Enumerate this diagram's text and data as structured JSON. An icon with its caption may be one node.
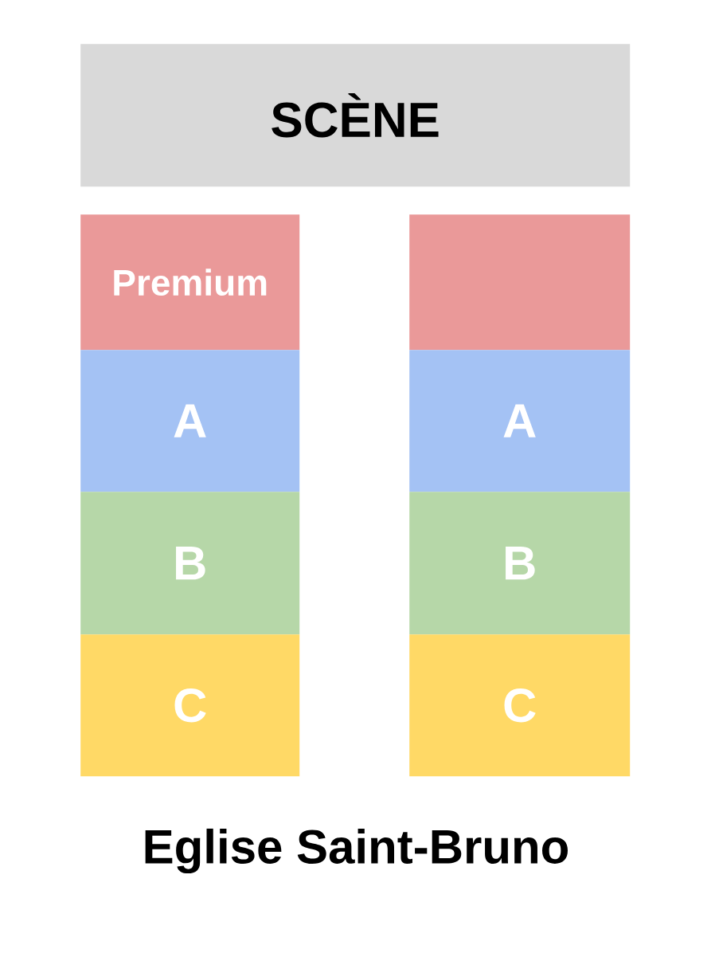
{
  "diagram": {
    "caption": "Eglise Saint-Bruno",
    "nodes": [
      {
        "text": [
          "SCÈNE"
        ]
      },
      {
        "text": [
          "Premium"
        ]
      },
      {
        "text": [
          "A"
        ]
      },
      {
        "text": [
          "B"
        ]
      },
      {
        "text": [
          "C"
        ]
      },
      {
        "text": [],
        "shape": "box"
      },
      {
        "text": [
          "A"
        ]
      },
      {
        "text": [
          "B"
        ]
      },
      {
        "text": [
          "C"
        ]
      }
    ]
  }
}
